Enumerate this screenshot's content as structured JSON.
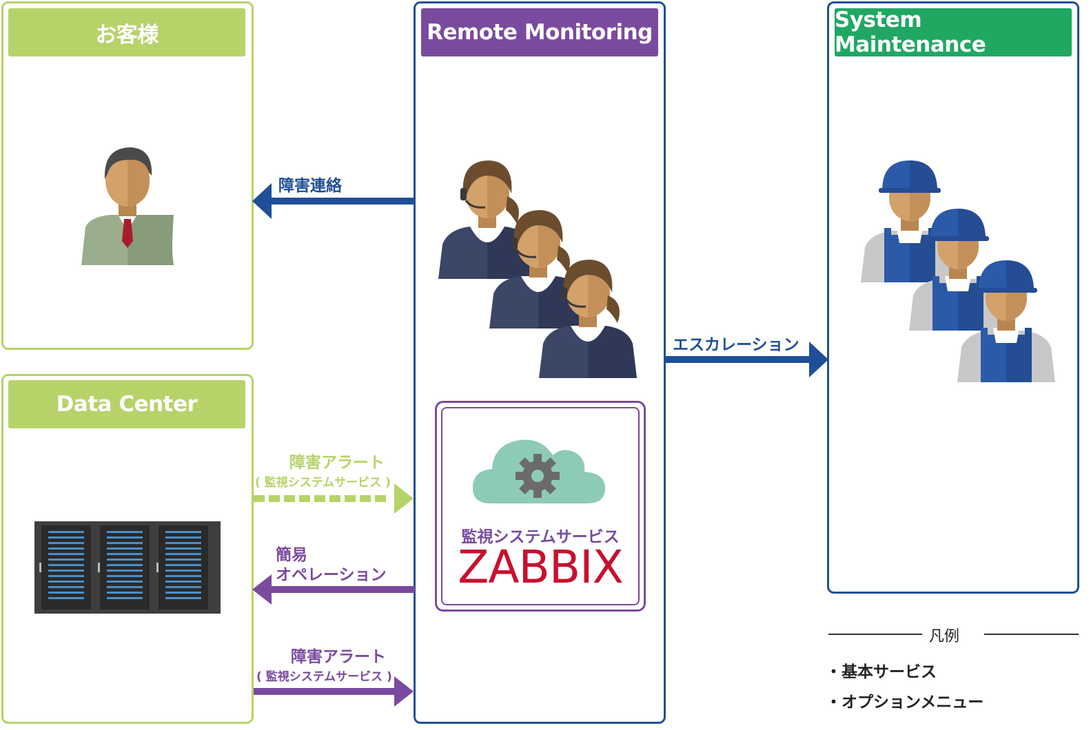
{
  "panels": {
    "customer": {
      "title": "お客様"
    },
    "datacenter": {
      "title": "Data Center"
    },
    "remote": {
      "title": "Remote Monitoring"
    },
    "maintenance": {
      "title": "System Maintenance"
    }
  },
  "arrows": {
    "incident_contact": "障害連絡",
    "escalation": "エスカレーション",
    "alert_basic": {
      "label": "障害アラート",
      "sub": "( 監視システムサービス )"
    },
    "simple_operation": {
      "line1": "簡易",
      "line2": "オペレーション"
    },
    "alert_option": {
      "label": "障害アラート",
      "sub": "( 監視システムサービス )"
    }
  },
  "zabbix": {
    "subtitle": "監視システムサービス",
    "name": "ZABBIX",
    "icon": "cloud-gear-icon"
  },
  "legend": {
    "title": "凡例",
    "items": [
      "・基本サービス",
      "・オプションメニュー"
    ]
  },
  "colors": {
    "green": "#b6d36a",
    "blue": "#1f4f98",
    "purple": "#7a4a9e",
    "teal": "#20a863",
    "zabbix_red": "#c8102e"
  }
}
